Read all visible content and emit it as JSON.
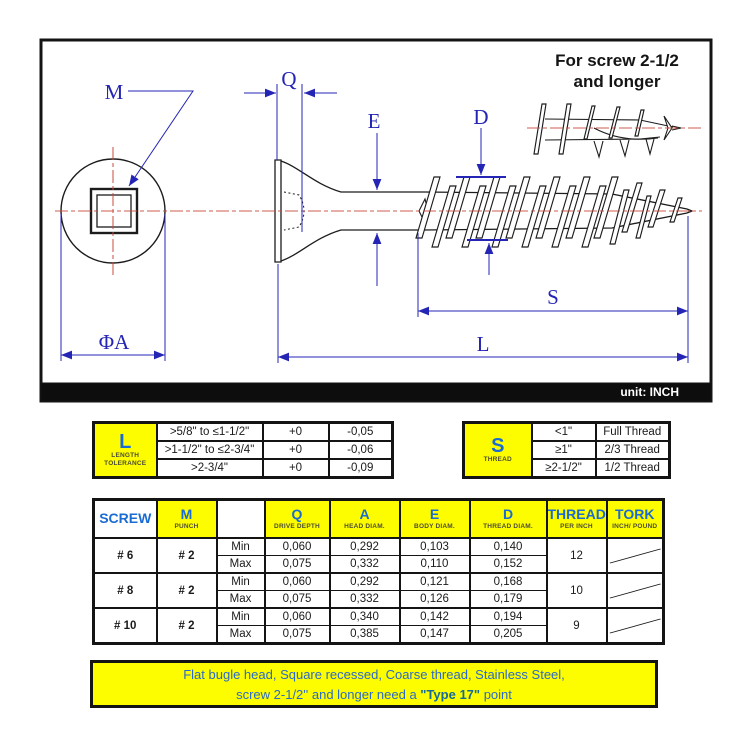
{
  "drawing": {
    "unit_label": "unit: INCH",
    "title_line1": "For screw 2-1/2",
    "title_line2": "and longer",
    "labels": {
      "m": "M",
      "q": "Q",
      "e": "E",
      "d": "D",
      "s": "S",
      "l": "L",
      "phi_a": "ΦA"
    },
    "colors": {
      "cad_blue": "#2525b5",
      "centerline_red": "#c84b3c",
      "line_black": "#1c1c1c"
    }
  },
  "l_table": {
    "header": "L",
    "subtitle1": "LENGTH",
    "subtitle2": "TOLERANCE",
    "rows": [
      {
        "range": ">5/8\" to ≤1-1/2\"",
        "plus": "+0",
        "minus": "-0,05"
      },
      {
        "range": ">1-1/2\" to ≤2-3/4\"",
        "plus": "+0",
        "minus": "-0,06"
      },
      {
        "range": ">2-3/4\"",
        "plus": "+0",
        "minus": "-0,09"
      }
    ]
  },
  "s_table": {
    "header": "S",
    "subtitle": "THREAD",
    "rows": [
      {
        "size": "<1\"",
        "thread": "Full Thread"
      },
      {
        "size": "≥1\"",
        "thread": "2/3 Thread"
      },
      {
        "size": "≥2-1/2\"",
        "thread": "1/2 Thread"
      }
    ]
  },
  "main_table": {
    "headers": {
      "screw": "SCREW",
      "m": "M",
      "m_sub": "PUNCH",
      "q": "Q",
      "q_sub": "DRIVE DEPTH",
      "a": "A",
      "a_sub": "HEAD DIAM.",
      "e": "E",
      "e_sub": "BODY DIAM.",
      "d": "D",
      "d_sub": "THREAD DIAM.",
      "thread": "THREAD",
      "thread_sub": "PER INCH",
      "tork": "TORK",
      "tork_sub": "INCH/ POUND"
    },
    "min_label": "Min",
    "max_label": "Max",
    "rows": [
      {
        "screw": "# 6",
        "punch": "# 2",
        "min": [
          "0,060",
          "0,292",
          "0,103",
          "0,140"
        ],
        "max": [
          "0,075",
          "0,332",
          "0,110",
          "0,152"
        ],
        "tpi": "12"
      },
      {
        "screw": "# 8",
        "punch": "# 2",
        "min": [
          "0,060",
          "0,292",
          "0,121",
          "0,168"
        ],
        "max": [
          "0,075",
          "0,332",
          "0,126",
          "0,179"
        ],
        "tpi": "10"
      },
      {
        "screw": "# 10",
        "punch": "# 2",
        "min": [
          "0,060",
          "0,340",
          "0,142",
          "0,194"
        ],
        "max": [
          "0,075",
          "0,385",
          "0,147",
          "0,205"
        ],
        "tpi": "9"
      }
    ]
  },
  "note": {
    "line1": "Flat bugle head, Square recessed, Coarse thread, Stainless Steel,",
    "line2_pre": "screw  2-1/2'' and longer need a  ",
    "line2_em": "\"Type 17\"",
    "line2_post": " point"
  },
  "colors": {
    "table_header_blue": "#1a6bd2",
    "sublabel_olive": "#4c4c33",
    "highlight_yellow": "#fdfd00",
    "note_blue": "#2b69c9",
    "type17_blue": "#156a9a"
  }
}
